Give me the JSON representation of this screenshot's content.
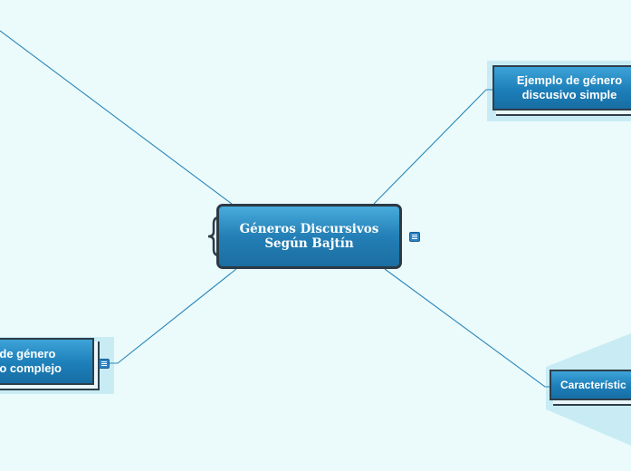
{
  "diagram": {
    "root": {
      "line1": "Géneros Discursivos",
      "line2": "Según Bajtín"
    },
    "topics": [
      {
        "id": "simple",
        "line1": "Ejemplo de género",
        "line2": "discusivo simple"
      },
      {
        "id": "complejo",
        "line1": "de género",
        "line2": "o complejo"
      },
      {
        "id": "caracteristicas",
        "line1": "Característic",
        "line2": ""
      }
    ]
  },
  "colors": {
    "background": "#ebfbfb",
    "node_fill": "#237fb6",
    "node_border": "#2c3a46",
    "connector": "#2a86b8",
    "halo": "#c9ecf4"
  },
  "icons": [
    "collapse-icon",
    "brace-icon"
  ]
}
